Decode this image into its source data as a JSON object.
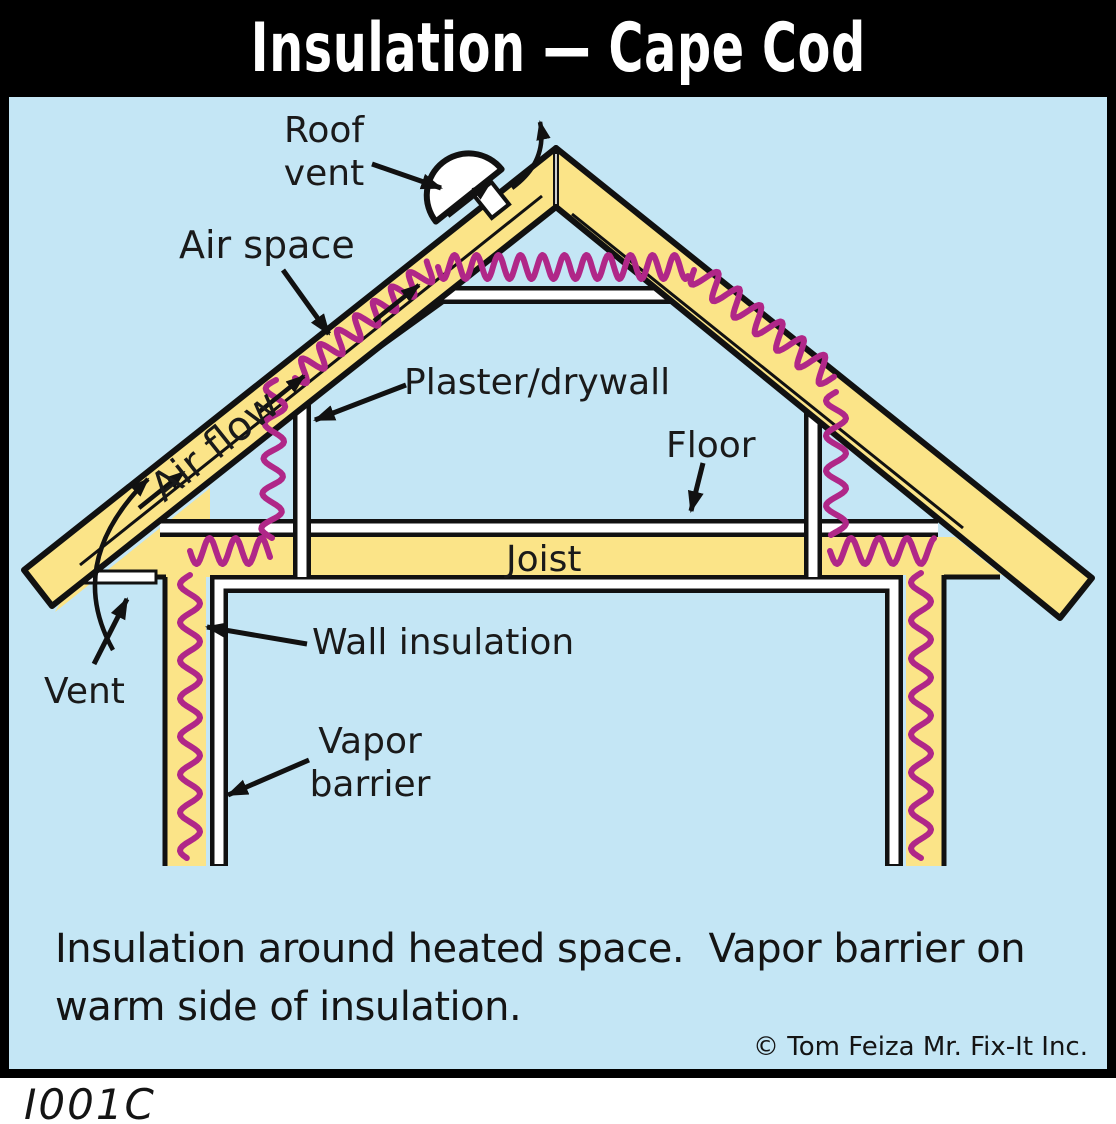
{
  "title_bar": {
    "title": "Insulation — Cape Cod"
  },
  "diagram": {
    "labels": {
      "roof_vent_1": "Roof",
      "roof_vent_2": "vent",
      "air_space": "Air space",
      "air_flow": "Air flow",
      "plaster_drywall": "Plaster/drywall",
      "floor": "Floor",
      "joist": "Joist",
      "wall_insulation": "Wall insulation",
      "vapor_barrier_1": "Vapor",
      "vapor_barrier_2": "barrier",
      "vent": "Vent"
    },
    "icons": {
      "roof_vent_icon": "roof-vent-dome",
      "insulation": "pink-squiggle-insulation",
      "air_flow_arrows": "up-slope-arrows"
    },
    "colors": {
      "background_blue": "#c4e6f5",
      "wood_yellow": "#fbe488",
      "insulation_pink": "#b02788",
      "outline_black": "#111111",
      "titlebar_black": "#000000",
      "vent_white": "#ffffff"
    }
  },
  "caption": {
    "line1": "Insulation around heated space.  Vapor barrier on",
    "line2": "warm side of insulation."
  },
  "credit": "© Tom Feiza Mr. Fix-It Inc.",
  "figure_code": "I001C"
}
